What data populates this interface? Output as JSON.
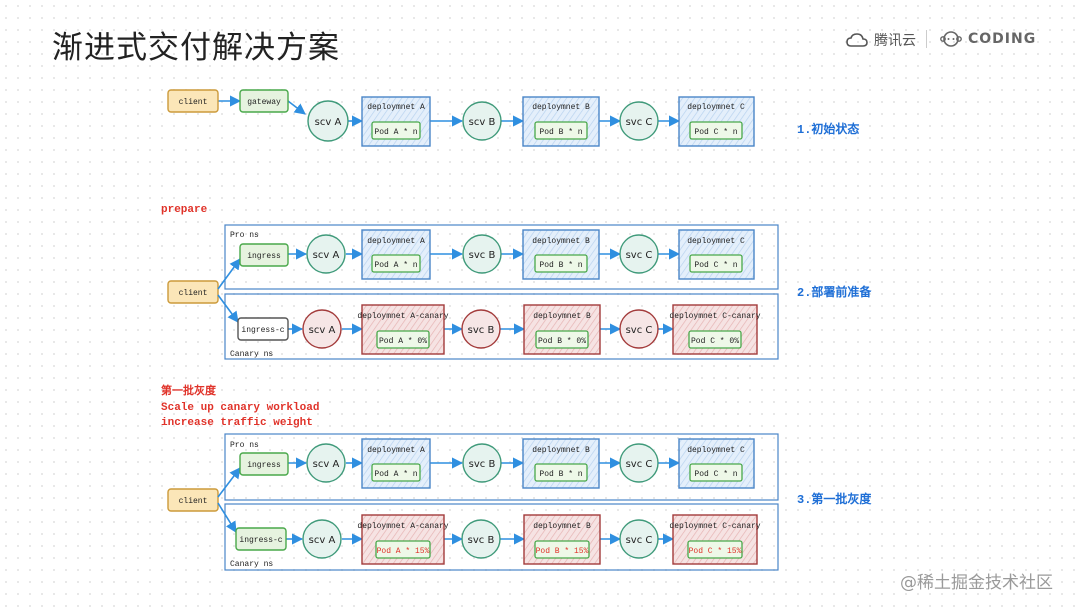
{
  "slide": {
    "title": "渐进式交付解决方案",
    "brand_tencent": "腾讯云",
    "brand_coding": "CODING",
    "watermark": "@稀土掘金技术社区"
  },
  "stage1": {
    "client": "client",
    "gateway": "gateway",
    "svc_a": "scv A",
    "deploy_a": "deploymnet A",
    "pod_a": "Pod A * n",
    "svc_b": "scv B",
    "deploy_b": "deploymnet B",
    "pod_b": "Pod B * n",
    "svc_c": "svc C",
    "deploy_c": "deploymnet C",
    "pod_c": "Pod C * n",
    "label": "1.初始状态"
  },
  "stage2": {
    "note": "prepare",
    "client": "client",
    "pro": {
      "ns": "Pro ns",
      "ingress": "ingress",
      "svc_a": "scv A",
      "deploy_a": "deploymnet A",
      "pod_a": "Pod A * n",
      "svc_b": "svc B",
      "deploy_b": "deploymnet B",
      "pod_b": "Pod B * n",
      "svc_c": "svc C",
      "deploy_c": "deploymnet C",
      "pod_c": "Pod C * n"
    },
    "canary": {
      "ns": "Canary ns",
      "ingress": "ingress-c",
      "svc_a": "scv A",
      "deploy_a": "deploymnet A-canary",
      "pod_a": "Pod A * 0%",
      "svc_b": "svc B",
      "deploy_b": "deploymnet B",
      "pod_b": "Pod B * 0%",
      "svc_c": "svc C",
      "deploy_c": "deploymnet C-canary",
      "pod_c": "Pod C * 0%"
    },
    "label": "2.部署前准备"
  },
  "stage3": {
    "note_title": "第一批灰度",
    "note_line1": "Scale up canary workload",
    "note_line2": "increase traffic weight",
    "client": "client",
    "pro": {
      "ns": "Pro ns",
      "ingress": "ingress",
      "svc_a": "scv A",
      "deploy_a": "deploymnet A",
      "pod_a": "Pod A * n",
      "svc_b": "svc B",
      "deploy_b": "deploymnet B",
      "pod_b": "Pod B * n",
      "svc_c": "svc C",
      "deploy_c": "deploymnet C",
      "pod_c": "Pod C * n"
    },
    "canary": {
      "ns": "Canary ns",
      "ingress": "ingress-c",
      "svc_a": "scv A",
      "deploy_a": "deploymnet A-canary",
      "pod_a": "Pod A * 15%",
      "svc_b": "svc B",
      "deploy_b": "deploymnet B",
      "pod_b": "Pod B * 15%",
      "svc_c": "svc C",
      "deploy_c": "deploymnet C-canary",
      "pod_c": "Pod C * 15%"
    },
    "label": "3.第一批灰度"
  },
  "colors": {
    "arrow": "#2f8fe0",
    "blue_fill": "#e4effb",
    "blue_stroke": "#4a86c8",
    "red_fill": "#f6e3e3",
    "red_stroke": "#a33b3b",
    "green_stroke": "#49a84a",
    "client_fill": "#fbe6b8",
    "client_stroke": "#cc9a3a",
    "stage_label": "#1f6fd6",
    "note_red": "#e0332a"
  }
}
